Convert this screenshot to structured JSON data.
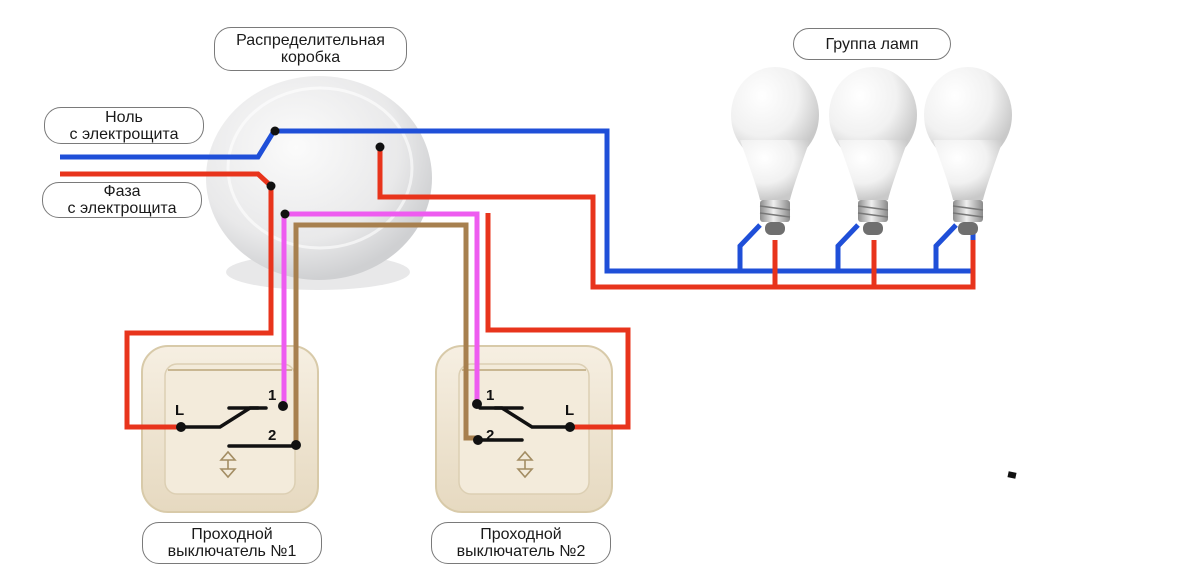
{
  "labels": {
    "junction_box": [
      "Распределительная",
      "коробка"
    ],
    "neutral": [
      "Ноль",
      "с электрощита"
    ],
    "phase": [
      "Фаза",
      "с электрощита"
    ],
    "lamp_group": [
      "Группа ламп"
    ],
    "switch1": [
      "Проходной",
      "выключатель №1"
    ],
    "switch2": [
      "Проходной",
      "выключатель №2"
    ]
  },
  "terminals": {
    "sw1_l": "L",
    "sw1_1": "1",
    "sw1_2": "2",
    "sw2_l": "L",
    "sw2_1": "1",
    "sw2_2": "2"
  },
  "colors": {
    "neutral_wire": "#1f4fd8",
    "phase_wire": "#e8341c",
    "traveler_1": "#ee5cf0",
    "traveler_2": "#a7804f",
    "switch_body": "#efe5d2"
  }
}
